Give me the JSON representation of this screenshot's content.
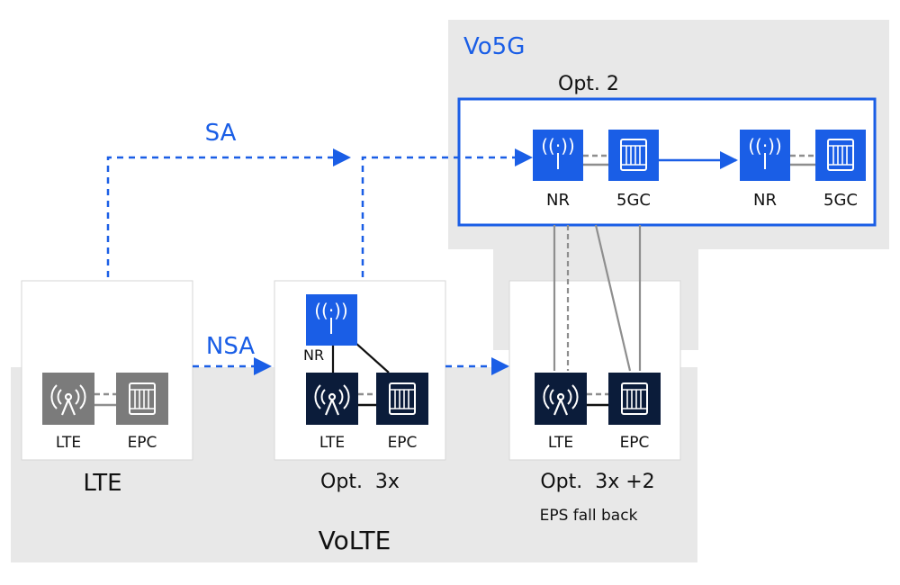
{
  "regions": {
    "volte_label": "VoLTE",
    "vo5g_label": "Vo5G",
    "opt2_label": "Opt. 2"
  },
  "arrows": {
    "sa_label": "SA",
    "nsa_label": "NSA"
  },
  "panels": {
    "lte": {
      "caption": "LTE",
      "ran_label": "LTE",
      "core_label": "EPC"
    },
    "opt3x": {
      "caption": "Opt.  3x",
      "nr_label": "NR",
      "ran_label": "LTE",
      "core_label": "EPC"
    },
    "opt3x2": {
      "caption": "Opt.  3x +2",
      "subcaption": "EPS fall back",
      "ran_label": "LTE",
      "core_label": "EPC"
    },
    "opt2": {
      "left": {
        "ran_label": "NR",
        "core_label": "5GC"
      },
      "right": {
        "ran_label": "NR",
        "core_label": "5GC"
      }
    }
  },
  "colors": {
    "blue": "#1a5ee6",
    "dark_navy": "#0b1c3a",
    "gray_icon": "#7b7b7b",
    "region_gray": "#e8e8e8",
    "panel_border": "#d6d6d6"
  },
  "icons": {
    "antenna": "antenna-icon",
    "small_cell": "small-cell-icon",
    "core_server": "server-rack-icon"
  }
}
